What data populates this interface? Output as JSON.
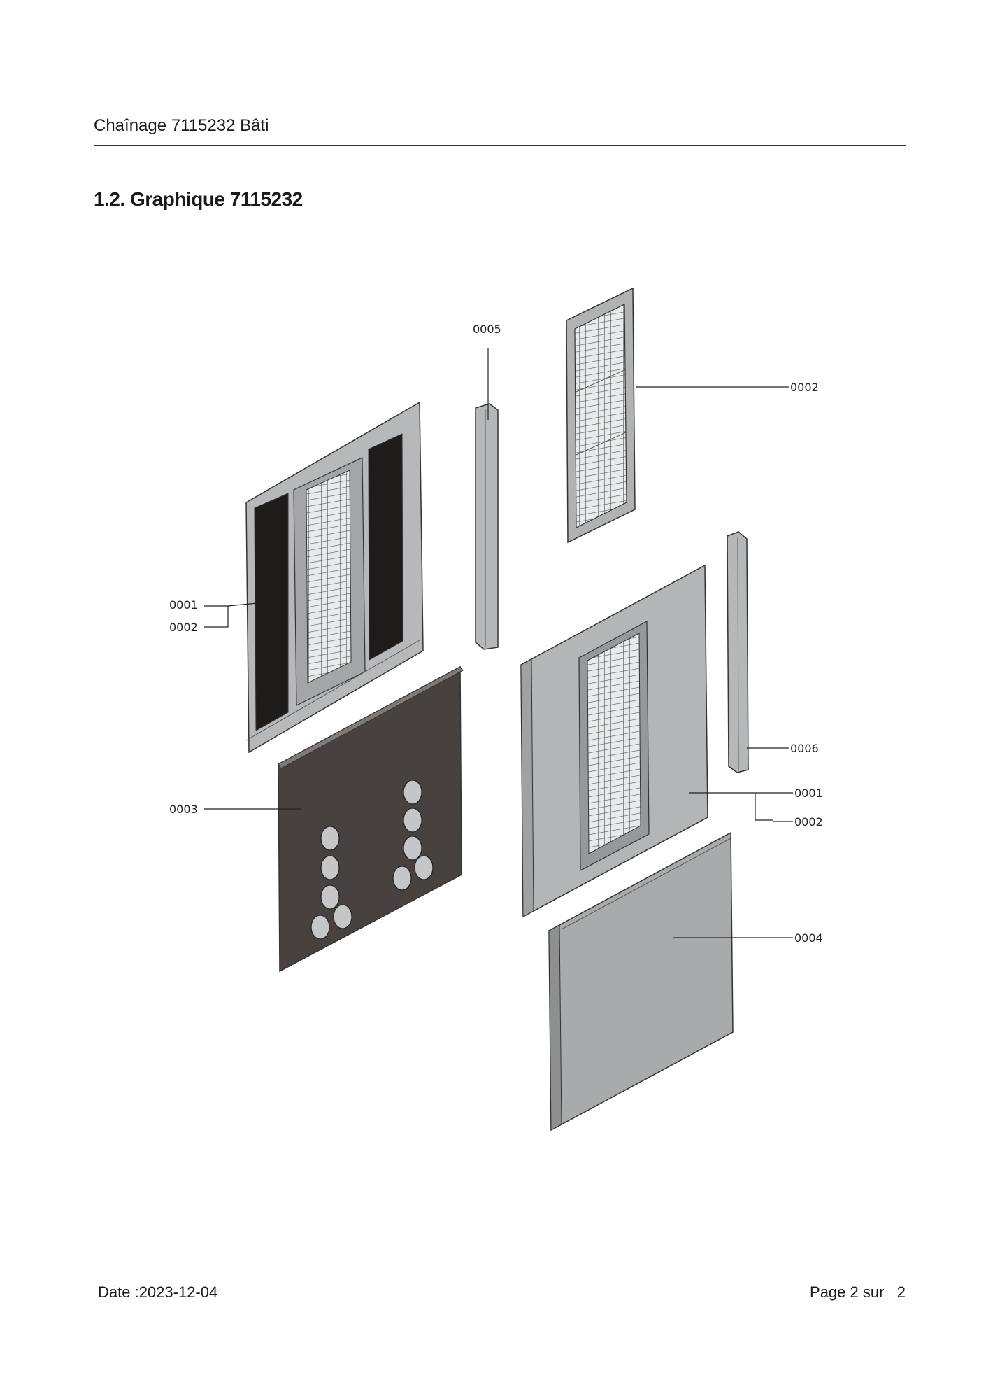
{
  "header": {
    "title": "Chaînage 7115232 Bâti"
  },
  "section": {
    "title": "1.2. Graphique 7115232"
  },
  "callouts": {
    "c0005": "0005",
    "c0002_top": "0002",
    "c0001_left": "0001",
    "c0002_left": "0002",
    "c0003": "0003",
    "c0006": "0006",
    "c0001_right": "0001",
    "c0002_right": "0002",
    "c0004": "0004"
  },
  "footer": {
    "date": "Date :2023-12-04",
    "page": "Page 2 sur   2"
  },
  "colors": {
    "panel_light": "#b4b6b8",
    "panel_dark": "#46413e",
    "filter_black": "#1e1c1b",
    "line": "#222222"
  }
}
